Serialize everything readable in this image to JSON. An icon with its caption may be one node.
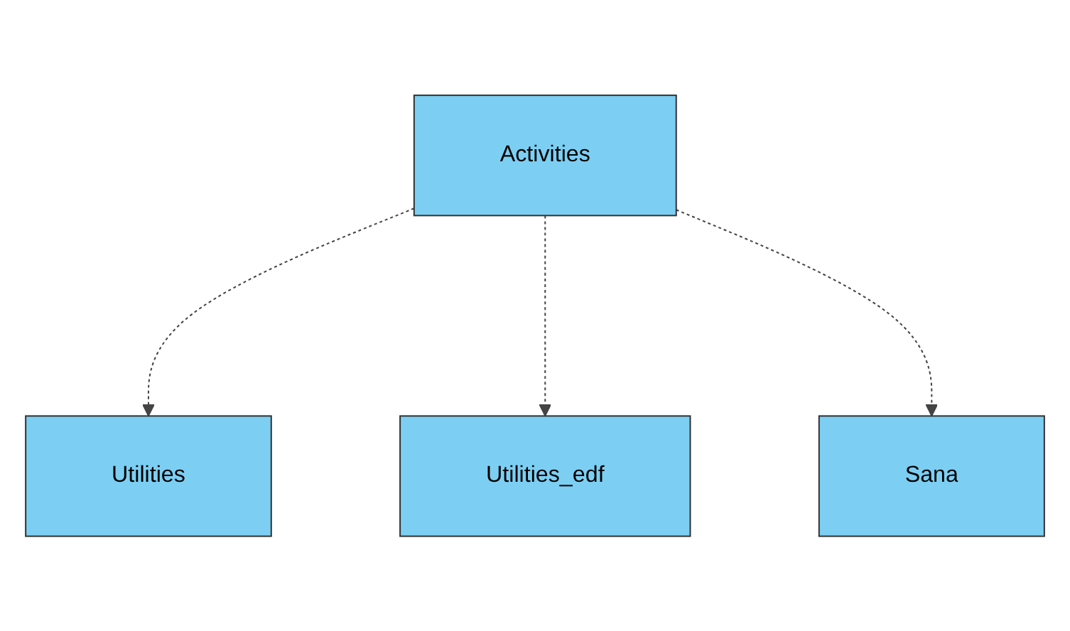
{
  "diagram": {
    "nodes": [
      {
        "text": [
          "Activities"
        ]
      },
      {
        "text": [
          "Utilities"
        ]
      },
      {
        "text": [
          "Utilities_edf"
        ]
      },
      {
        "text": [
          "Sana"
        ]
      }
    ],
    "edges": [
      {
        "from": 0,
        "to": 1,
        "arrow": "to",
        "style": "dashed"
      },
      {
        "from": 0,
        "to": 2,
        "arrow": "to",
        "style": "dashed"
      },
      {
        "from": 0,
        "to": 3,
        "arrow": "to",
        "style": "dashed"
      }
    ]
  }
}
